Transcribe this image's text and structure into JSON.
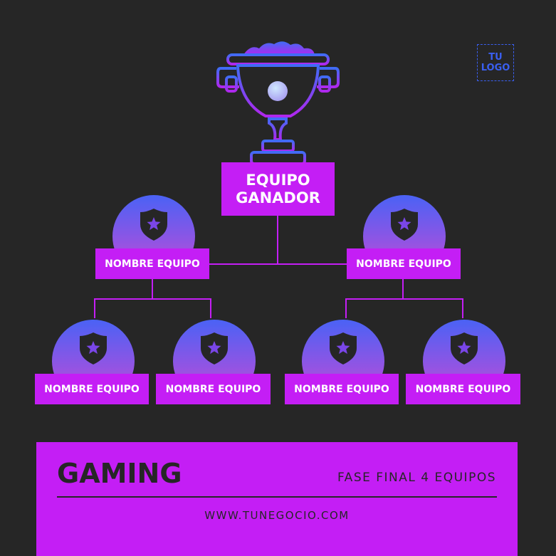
{
  "logo": {
    "line1": "TU",
    "line2": "LOGO"
  },
  "winner": {
    "line1": "EQUIPO",
    "line2": "GANADOR"
  },
  "semifinal": {
    "left": "NOMBRE EQUIPO",
    "right": "NOMBRE EQUIPO"
  },
  "quarterfinal": [
    "NOMBRE EQUIPO",
    "NOMBRE EQUIPO",
    "NOMBRE EQUIPO",
    "NOMBRE EQUIPO"
  ],
  "footer": {
    "title": "GAMING",
    "subtitle": "FASE FINAL 4 EQUIPOS",
    "website": "WWW.TUNEGOCIO.COM"
  },
  "colors": {
    "background": "#262626",
    "accent": "#c41ef5",
    "gradient_top": "#4a62f5",
    "gradient_bottom": "#c84ad6",
    "shield": "#262626",
    "star": "#7a46e8",
    "trophy_gem": "#a8c8f8"
  },
  "icons": {
    "trophy": "trophy-icon",
    "shield": "shield-star-icon"
  }
}
